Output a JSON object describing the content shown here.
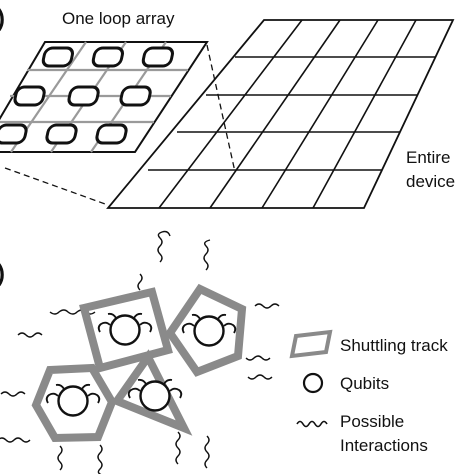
{
  "panel_a": {
    "marker": ")",
    "inset_label": "One loop array",
    "device_label_line1": "Entire",
    "device_label_line2": "device"
  },
  "panel_b": {
    "marker": ")",
    "legend": {
      "track": "Shuttling track",
      "qubits": "Qubits",
      "interactions_line1": "Possible",
      "interactions_line2": "Interactions"
    }
  },
  "colors": {
    "ink": "#111111",
    "track_gray": "#8a8a8a",
    "inner_grid_gray": "#9a9a9a"
  },
  "icons": [
    "shuttling-track-icon",
    "qubit-icon",
    "wavy-interaction-icon"
  ]
}
